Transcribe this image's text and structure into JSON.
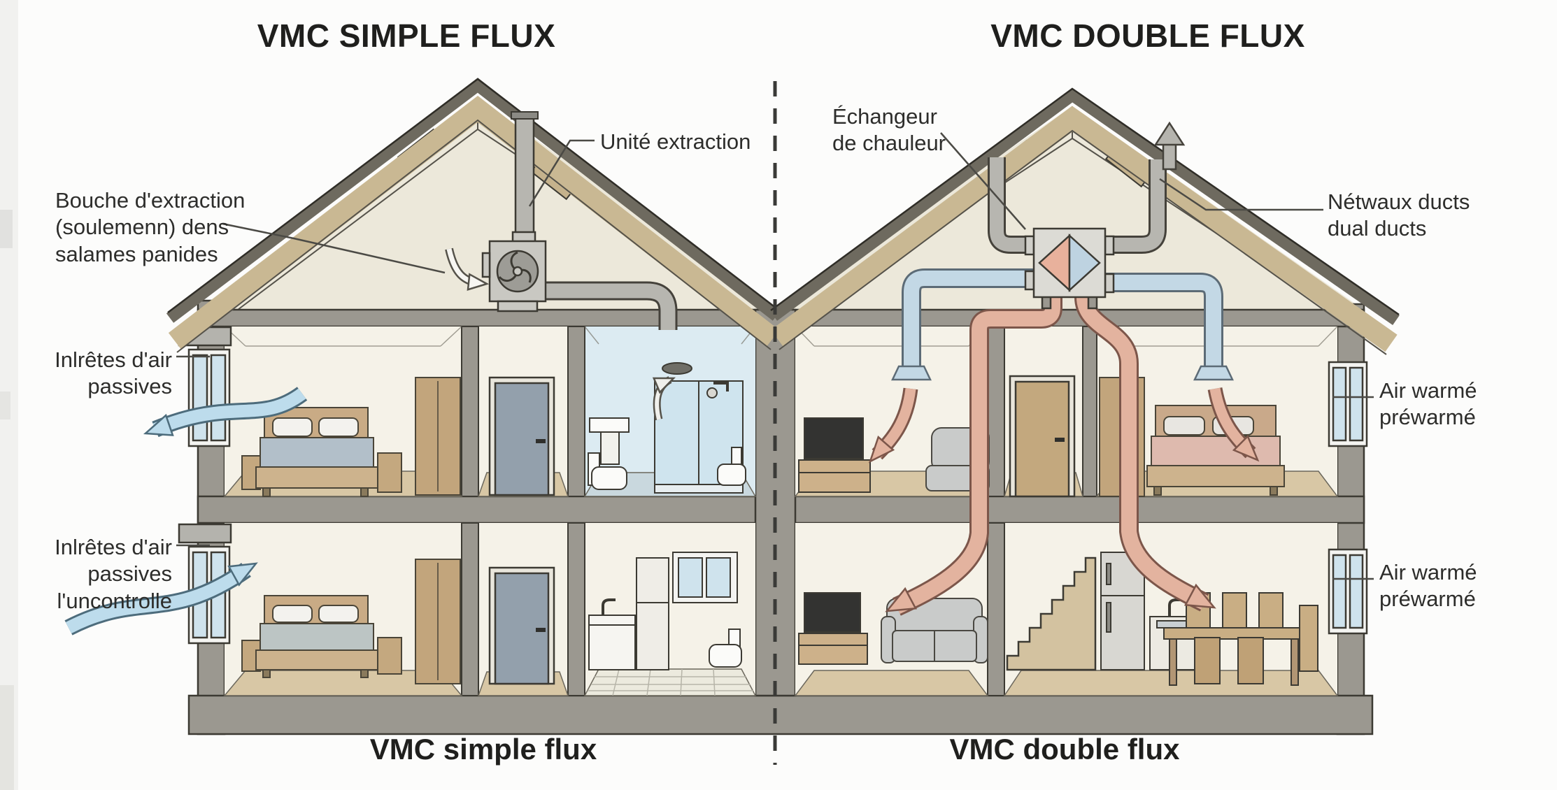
{
  "titles": {
    "left": "VMC SIMPLE FLUX",
    "right": "VMC DOUBLE FLUX"
  },
  "captions": {
    "left": "VMC simple flux",
    "right": "VMC double flux"
  },
  "labels": {
    "bouche_extraction": "Bouche d'extraction\n(soulemenn) dens\nsalames panides",
    "unite_extraction": "Unité extraction",
    "inlretes_air_passives": "Inlrêtes d'air\npassives",
    "inlretes_air_passives_uncontrolle": "Inlrêtes d'air\npassives\nl'uncontrolle",
    "echangeur_de_chauleur": "Échangeur\nde chauleur",
    "netwaux_ducts": "Nétwaux ducts\ndual ducts",
    "air_warme_prewarme_top": "Air warmé\npréwarmé",
    "air_warme_prewarme_bottom": "Air warmé\npréwarmé"
  },
  "colors": {
    "background": "#fcfcfb",
    "roof_dark": "#6e6a5f",
    "roof_tan": "#c9b893",
    "wall_gray": "#9b9890",
    "attic_beige": "#ece8da",
    "room_cream": "#f5f2e8",
    "floor_tan": "#d8c7a5",
    "bathroom_blue": "#dcebf2",
    "airflow_blue": "#bddcec",
    "duct_gray": "#b7b6b0",
    "duct_blue": "#c3d8e5",
    "duct_warm": "#e3b39f",
    "exchanger_warm": "#e8b19c",
    "exchanger_cool": "#bed3e1",
    "door_gray": "#93a0ac",
    "door_tan": "#c3a87e",
    "line_dark": "#3c3a33",
    "text_dark": "#2d2d2b"
  }
}
